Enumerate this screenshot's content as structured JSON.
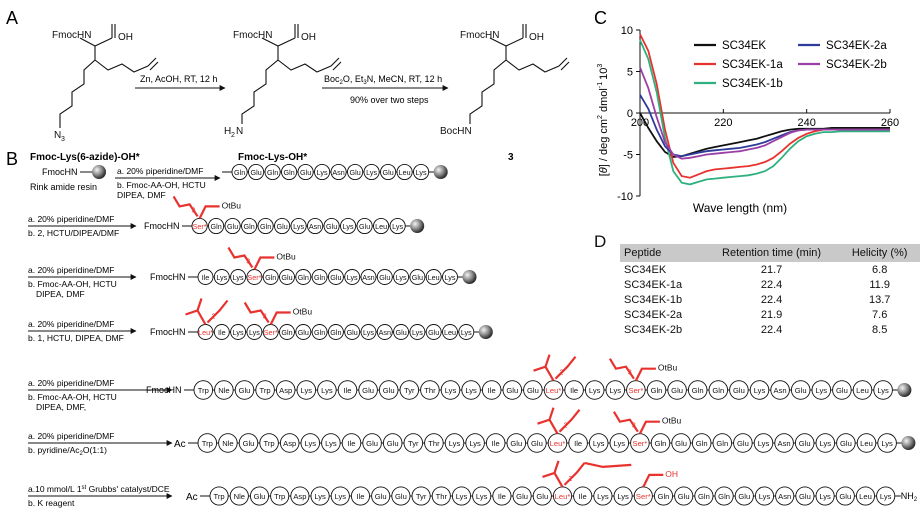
{
  "panels": {
    "A": "A",
    "B": "B",
    "C": "C",
    "D": "D"
  },
  "schemeA": {
    "mol1": {
      "name": "Fmoc-Lys(6-azide)-OH*",
      "top": "FmocHN",
      "acid": "OH",
      "tail": "N",
      "sub": "3"
    },
    "arrow1": {
      "conditions": "Zn, AcOH, RT, 12 h"
    },
    "mol2": {
      "name": "Fmoc-Lys-OH*",
      "top": "FmocHN",
      "acid": "OH",
      "tail": "H",
      "sub": "2",
      "tail2": "N"
    },
    "arrow2": {
      "conditions": "Boc",
      "sub": "2",
      "cond_rest": "O, Et",
      "sub3": "3",
      "cond_end": "N, MeCN, RT, 12 h",
      "yield": "90% over two steps"
    },
    "mol3": {
      "name": "3",
      "top": "FmocHN",
      "acid": "OH",
      "tail": "BocHN"
    }
  },
  "schemeB": {
    "resin_label": "Rink amide resin",
    "steps": [
      {
        "a": "a. 20% piperidine/DMF",
        "b1": "b. Fmoc-AA-OH, HCTU",
        "b2": "DIPEA, DMF"
      },
      {
        "a": "a. 20% piperidine/DMF",
        "b1": "b. 2, HCTU/DIPEA/DMF",
        "b2": ""
      },
      {
        "a": "a. 20% piperidine/DMF",
        "b1": "b. Fmoc-AA-OH, HCTU",
        "b2": "DIPEA, DMF"
      },
      {
        "a": "a. 20% piperidine/DMF",
        "b1": "b. 1, HCTU, DIPEA, DMF",
        "b2": ""
      },
      {
        "a": "a. 20% piperidine/DMF",
        "b1": "b. Fmoc-AA-OH, HCTU",
        "b2": "DIPEA, DMF,"
      },
      {
        "a": "a. 20% piperidine/DMF",
        "b1": "b. pyridine/Ac",
        "b1_sub": "2",
        "b1_end": "O(1:1)",
        "b2": ""
      },
      {
        "a": "a.10 mmol/L 1",
        "a_sup": "st",
        "a_end": " Grubbs' catalyst/DCE",
        "b1": "b. K reagent",
        "b2": ""
      }
    ],
    "fmoc_label": "FmocHN",
    "ac_label": "Ac",
    "otbu": "OtBu",
    "oh": "OH",
    "nh2": "NH",
    "nh2_sub": "2",
    "sub3": "3",
    "sub2": "2",
    "ring_sub": "3",
    "rows": [
      [
        "Gln",
        "Glu",
        "Gln",
        "Gln",
        "Glu",
        "Lys",
        "Asn",
        "Glu",
        "Lys",
        "Glu",
        "Leu",
        "Lys"
      ],
      [
        "Ser*",
        "Gln",
        "Glu",
        "Gln",
        "Gln",
        "Glu",
        "Lys",
        "Asn",
        "Glu",
        "Lys",
        "Glu",
        "Leu",
        "Lys"
      ],
      [
        "Ile",
        "Lys",
        "Lys",
        "Ser*",
        "Gln",
        "Glu",
        "Gln",
        "Gln",
        "Glu",
        "Lys",
        "Asn",
        "Glu",
        "Lys",
        "Glu",
        "Leu",
        "Lys"
      ],
      [
        "Leu*",
        "Ile",
        "Lys",
        "Lys",
        "Ser*",
        "Gln",
        "Glu",
        "Gln",
        "Gln",
        "Glu",
        "Lys",
        "Asn",
        "Glu",
        "Lys",
        "Glu",
        "Leu",
        "Lys"
      ],
      [
        "Trp",
        "Nle",
        "Glu",
        "Trp",
        "Asp",
        "Lys",
        "Lys",
        "Ile",
        "Glu",
        "Glu",
        "Tyr",
        "Thr",
        "Lys",
        "Lys",
        "Ile",
        "Glu",
        "Glu",
        "Leu*",
        "Ile",
        "Lys",
        "Lys",
        "Ser*",
        "Gln",
        "Glu",
        "Gln",
        "Gln",
        "Glu",
        "Lys",
        "Asn",
        "Glu",
        "Lys",
        "Glu",
        "Leu",
        "Lys"
      ],
      [
        "Trp",
        "Nle",
        "Glu",
        "Trp",
        "Asp",
        "Lys",
        "Lys",
        "Ile",
        "Glu",
        "Glu",
        "Tyr",
        "Thr",
        "Lys",
        "Lys",
        "Ile",
        "Glu",
        "Glu",
        "Leu*",
        "Ile",
        "Lys",
        "Lys",
        "Ser*",
        "Gln",
        "Glu",
        "Gln",
        "Gln",
        "Glu",
        "Lys",
        "Asn",
        "Glu",
        "Lys",
        "Glu",
        "Leu",
        "Lys"
      ],
      [
        "Trp",
        "Nle",
        "Glu",
        "Trp",
        "Asp",
        "Lys",
        "Lys",
        "Ile",
        "Glu",
        "Glu",
        "Tyr",
        "Thr",
        "Lys",
        "Lys",
        "Ile",
        "Glu",
        "Glu",
        "Leu*",
        "Ile",
        "Lys",
        "Lys",
        "Ser*",
        "Gln",
        "Glu",
        "Gln",
        "Gln",
        "Glu",
        "Lys",
        "Asn",
        "Glu",
        "Lys",
        "Glu",
        "Leu",
        "Lys"
      ]
    ]
  },
  "chart_data": {
    "type": "line",
    "title": "",
    "xlabel": "Wave length (nm)",
    "ylabel": "[θ] / deg cm² dmol⁻¹ 10³",
    "ylabel_parts": {
      "a": "[",
      "theta": "θ",
      "b": "] / deg cm",
      "sup1": "2",
      "c": " dmol",
      "sup2": "-1",
      "d": "10",
      "sup3": "3"
    },
    "xlim": [
      200,
      260
    ],
    "ylim": [
      -10,
      10
    ],
    "xticks": [
      "200",
      "220",
      "240",
      "260"
    ],
    "yticks": [
      "10",
      "5",
      "0",
      "-5",
      "-10"
    ],
    "legend_position": "top-right",
    "series": [
      {
        "name": "SC34EK",
        "color": "#111111",
        "x": [
          200,
          202,
          204,
          206,
          208,
          210,
          212,
          214,
          216,
          218,
          220,
          222,
          224,
          226,
          228,
          230,
          232,
          234,
          236,
          238,
          240,
          242,
          244,
          246,
          248,
          250,
          252,
          254,
          256,
          258,
          260
        ],
        "y": [
          0.0,
          -1.8,
          -3.4,
          -4.7,
          -5.3,
          -5.2,
          -4.9,
          -4.6,
          -4.3,
          -4.1,
          -3.9,
          -3.7,
          -3.5,
          -3.3,
          -3.1,
          -2.8,
          -2.5,
          -2.2,
          -2.0,
          -1.9,
          -1.9,
          -1.9,
          -1.9,
          -1.8,
          -1.8,
          -1.8,
          -1.8,
          -1.8,
          -1.8,
          -1.8,
          -1.8
        ]
      },
      {
        "name": "SC34EK-1a",
        "color": "#e8322e",
        "x": [
          200,
          202,
          204,
          206,
          208,
          210,
          212,
          214,
          216,
          218,
          220,
          222,
          224,
          226,
          228,
          230,
          232,
          234,
          236,
          238,
          240,
          242,
          244,
          246,
          248,
          250,
          252,
          254,
          256,
          258,
          260
        ],
        "y": [
          9.5,
          7.5,
          3.5,
          -2.0,
          -6.0,
          -7.6,
          -7.8,
          -7.4,
          -7.0,
          -6.8,
          -6.7,
          -6.6,
          -6.5,
          -6.4,
          -6.2,
          -5.9,
          -5.4,
          -4.6,
          -3.7,
          -3.0,
          -2.5,
          -2.2,
          -2.0,
          -2.0,
          -2.0,
          -2.0,
          -2.0,
          -2.0,
          -2.0,
          -2.0,
          -2.0
        ]
      },
      {
        "name": "SC34EK-1b",
        "color": "#2fb07e",
        "x": [
          200,
          202,
          204,
          206,
          208,
          210,
          212,
          214,
          216,
          218,
          220,
          222,
          224,
          226,
          228,
          230,
          232,
          234,
          236,
          238,
          240,
          242,
          244,
          246,
          248,
          250,
          252,
          254,
          256,
          258,
          260
        ],
        "y": [
          8.8,
          6.5,
          2.5,
          -3.0,
          -7.0,
          -8.4,
          -8.6,
          -8.3,
          -8.0,
          -7.9,
          -7.8,
          -7.7,
          -7.6,
          -7.5,
          -7.3,
          -7.0,
          -6.4,
          -5.4,
          -4.3,
          -3.4,
          -2.8,
          -2.5,
          -2.3,
          -2.3,
          -2.2,
          -2.2,
          -2.2,
          -2.2,
          -2.2,
          -2.2,
          -2.2
        ]
      },
      {
        "name": "SC34EK-2a",
        "color": "#2e3b9a",
        "x": [
          200,
          202,
          204,
          206,
          208,
          210,
          212,
          214,
          216,
          218,
          220,
          222,
          224,
          226,
          228,
          230,
          232,
          234,
          236,
          238,
          240,
          242,
          244,
          246,
          248,
          250,
          252,
          254,
          256,
          258,
          260
        ],
        "y": [
          2.2,
          0.5,
          -2.0,
          -4.0,
          -5.0,
          -5.2,
          -5.0,
          -4.8,
          -4.6,
          -4.5,
          -4.4,
          -4.3,
          -4.2,
          -4.0,
          -3.8,
          -3.5,
          -3.1,
          -2.7,
          -2.3,
          -2.1,
          -2.0,
          -2.0,
          -2.0,
          -2.0,
          -2.0,
          -2.0,
          -2.0,
          -2.0,
          -2.0,
          -2.0,
          -2.0
        ]
      },
      {
        "name": "SC34EK-2b",
        "color": "#9b3fa6",
        "x": [
          200,
          202,
          204,
          206,
          208,
          210,
          212,
          214,
          216,
          218,
          220,
          222,
          224,
          226,
          228,
          230,
          232,
          234,
          236,
          238,
          240,
          242,
          244,
          246,
          248,
          250,
          252,
          254,
          256,
          258,
          260
        ],
        "y": [
          5.5,
          3.0,
          -0.5,
          -3.5,
          -5.0,
          -5.5,
          -5.4,
          -5.2,
          -5.0,
          -4.9,
          -4.8,
          -4.7,
          -4.6,
          -4.4,
          -4.2,
          -3.9,
          -3.4,
          -2.9,
          -2.4,
          -2.1,
          -2.0,
          -2.0,
          -2.0,
          -2.0,
          -2.0,
          -2.0,
          -2.0,
          -2.0,
          -2.0,
          -2.0,
          -2.0
        ]
      }
    ]
  },
  "tableD": {
    "headers": [
      "Peptide",
      "Retention time (min)",
      "Helicity (%)"
    ],
    "rows": [
      [
        "SC34EK",
        "21.7",
        "6.8"
      ],
      [
        "SC34EK-1a",
        "22.4",
        "11.9"
      ],
      [
        "SC34EK-1b",
        "22.4",
        "13.7"
      ],
      [
        "SC34EK-2a",
        "21.9",
        "7.6"
      ],
      [
        "SC34EK-2b",
        "22.4",
        "8.5"
      ]
    ]
  }
}
